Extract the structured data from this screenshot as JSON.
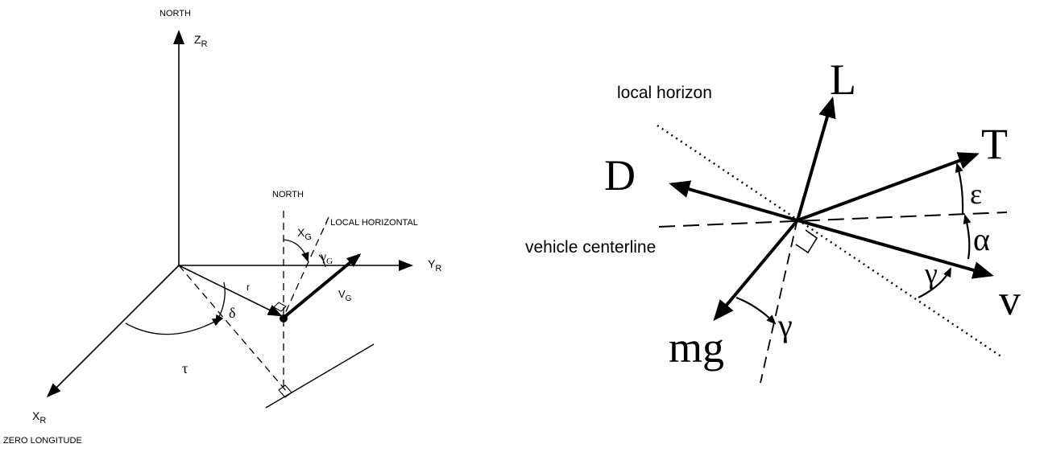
{
  "left_diagram": {
    "axes": {
      "z_label": "Z",
      "z_sub": "R",
      "y_label": "Y",
      "y_sub": "R",
      "x_label": "X",
      "x_sub": "R"
    },
    "north_top": "NORTH",
    "north_local": "NORTH",
    "local_horizontal": "/ LOCAL HORIZONTAL",
    "zero_longitude": "ZERO LONGITUDE",
    "r_label": "r",
    "delta_label": "δ",
    "tau_label": "τ",
    "chi_label": "X",
    "chi_sub": "G",
    "gamma_label": "γ",
    "gamma_sub": "G",
    "v_label": "V",
    "v_sub": "G"
  },
  "right_diagram": {
    "local_horizon": "local horizon",
    "vehicle_centerline": "vehicle centerline",
    "L": "L",
    "T": "T",
    "D": "D",
    "epsilon": "ε",
    "alpha": "α",
    "gamma_right": "γ",
    "v": "v",
    "mg": "mg",
    "gamma_bottom": "γ"
  },
  "colors": {
    "ink": "#000000",
    "background": "#ffffff"
  }
}
